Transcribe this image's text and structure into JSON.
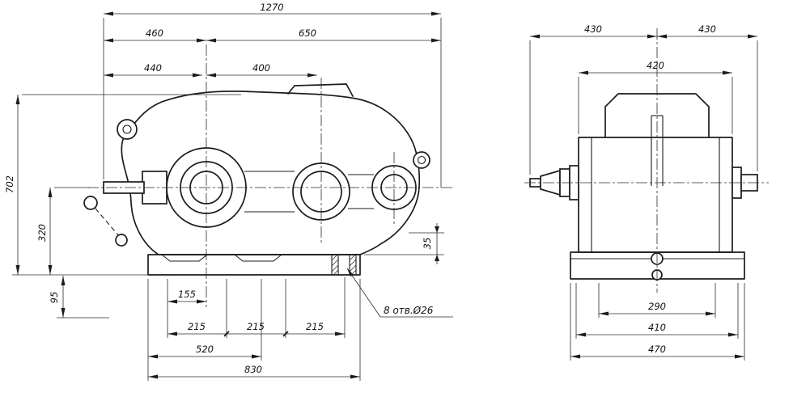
{
  "side_view": {
    "dims": {
      "d1270": "1270",
      "d460": "460",
      "d650": "650",
      "d440": "440",
      "d400": "400",
      "d702": "702",
      "d320": "320",
      "d95": "95",
      "d35": "35",
      "d155": "155",
      "d215_1": "215",
      "d215_2": "215",
      "d215_3": "215",
      "d520": "520",
      "d830": "830"
    },
    "note_holes": "8 отв.Ø26"
  },
  "front_view": {
    "dims": {
      "d430_left": "430",
      "d430_right": "430",
      "d420": "420",
      "d290": "290",
      "d410": "410",
      "d470": "470"
    }
  },
  "colors": {
    "line": "#1c1c1c",
    "background": "#ffffff"
  }
}
